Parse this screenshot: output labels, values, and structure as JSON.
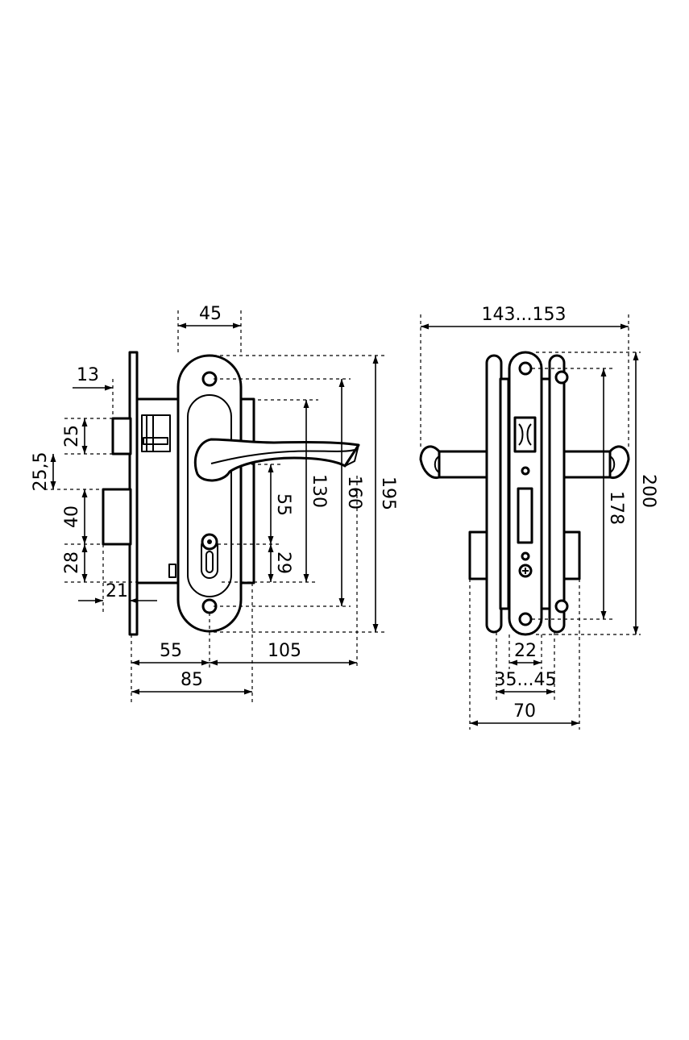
{
  "drawing": {
    "side_view": {
      "faceplate_width": "45",
      "backset_offset": "13",
      "latch_height": "25",
      "latch_to_bolt": "25,5",
      "bolt_height": "40",
      "bolt_to_bottom": "28",
      "bottom_offset": "21",
      "spindle_to_cylinder": "55",
      "cylinder_to_lower": "29",
      "hole_distance_130": "130",
      "hole_distance_160": "160",
      "plate_height": "195",
      "backset": "55",
      "handle_projection": "105",
      "case_depth": "85"
    },
    "front_view": {
      "overall_width": "143...153",
      "plate_height": "200",
      "hole_distance": "178",
      "center_width": "22",
      "door_thickness": "35...45",
      "total_depth": "70"
    }
  },
  "colors": {
    "line": "#000000",
    "background": "#ffffff"
  }
}
